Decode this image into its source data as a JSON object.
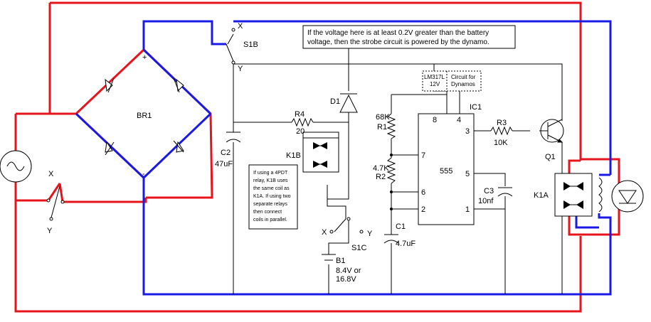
{
  "colors": {
    "positive": "#e8141c",
    "negative": "#1a1ae6",
    "wire": "#000000"
  },
  "labels": {
    "br1": "BR1",
    "plus": "+",
    "minus": "-",
    "s1b": "S1B",
    "s1b_x": "X",
    "s1b_y": "Y",
    "left_x": "X",
    "left_y": "Y",
    "d1": "D1",
    "r4": "R4",
    "r4_val": "20",
    "c2": "C2",
    "c2_val": "47uF",
    "k1b": "K1B",
    "r1_val": "68K",
    "r1": "R1",
    "r2_val": "4.7K",
    "r2": "R2",
    "c1": "C1",
    "c1_val": "4.7uF",
    "ic1": "IC1",
    "ic_name": "555",
    "pin8": "8",
    "pin4": "4",
    "pin7": "7",
    "pin6": "6",
    "pin2": "2",
    "pin3": "3",
    "pin5": "5",
    "pin1": "1",
    "r3": "R3",
    "r3_val": "10K",
    "q1": "Q1",
    "c3": "C3",
    "c3_val": "10nf",
    "k1a": "K1A",
    "s1c": "S1C",
    "s1c_x": "X",
    "s1c_y": "Y",
    "b1": "B1",
    "b1_val1": "8.4V or",
    "b1_val2": "16.8V",
    "lm_line1": "LM317L",
    "lm_line2": "12V",
    "cfd_line1": "Circuit for",
    "cfd_line2": "Dynamos"
  },
  "notes": {
    "top": [
      "If the voltage here is at least 0.2V greater than the battery",
      "voltage, then the strobe circuit is powered by the dynamo."
    ],
    "relay": [
      "If using a 4PDT",
      "relay, K1B uses",
      "the same coil as",
      "K1A. If using two",
      "separate relays",
      "then connect",
      "coils in parallel."
    ]
  }
}
